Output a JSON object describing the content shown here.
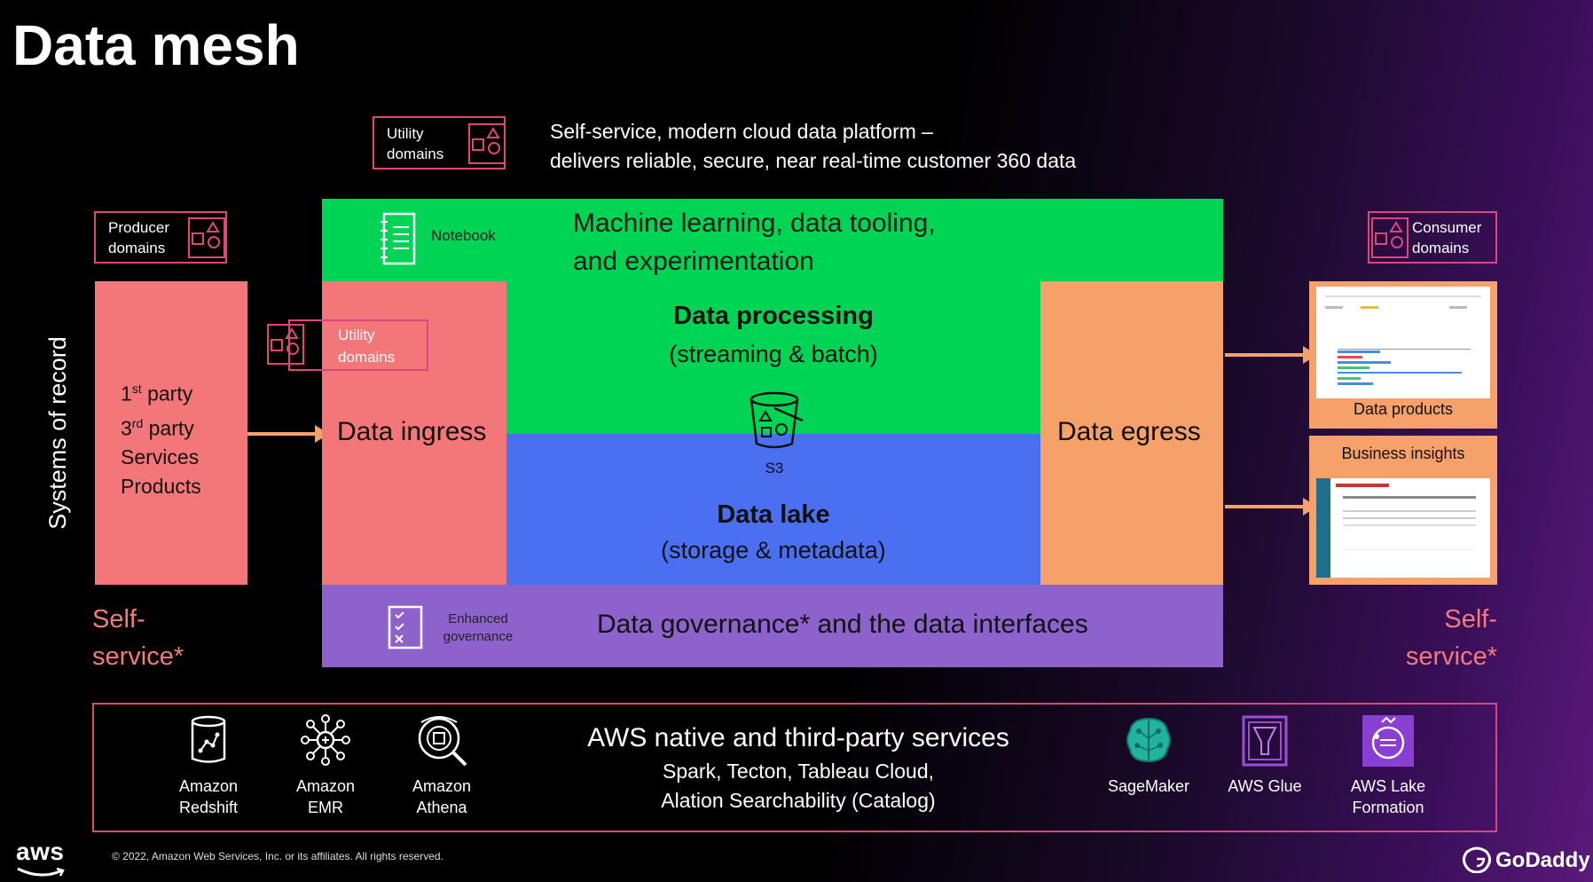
{
  "title": "Data mesh",
  "subtitle": {
    "line1": "Self-service, modern cloud data platform –",
    "line2": "delivers reliable, secure, near real-time customer 360 data"
  },
  "tags": {
    "utility_top": [
      "Utility",
      "domains"
    ],
    "utility_left": [
      "Utility",
      "domains"
    ],
    "producer": [
      "Producer",
      "domains"
    ],
    "consumer": [
      "Consumer",
      "domains"
    ]
  },
  "platform": {
    "notebook_label": "Notebook",
    "ml_line1": "Machine learning, data tooling,",
    "ml_line2": "and experimentation",
    "processing_title": "Data processing",
    "processing_sub": "(streaming & batch)",
    "s3_label": "S3",
    "lake_title": "Data lake",
    "lake_sub": "(storage & metadata)",
    "ingress": "Data ingress",
    "egress": "Data egress",
    "governance_icon_label1": "Enhanced",
    "governance_icon_label2": "governance",
    "governance_text": "Data governance* and the data interfaces"
  },
  "systems_of_record": {
    "vertical_label": "Systems of record",
    "items": [
      {
        "prefix": "1",
        "sup": "st",
        "suffix": " party"
      },
      {
        "prefix": "3",
        "sup": "rd",
        "suffix": " party"
      },
      {
        "prefix": "Services",
        "sup": "",
        "suffix": ""
      },
      {
        "prefix": "Products",
        "sup": "",
        "suffix": ""
      }
    ]
  },
  "self_service": {
    "left_line1": "Self-",
    "left_line2": "service*",
    "right_line1": "Self-",
    "right_line2": "service*"
  },
  "outputs": {
    "data_products": "Data products",
    "business_insights": "Business insights"
  },
  "services": {
    "heading": "AWS native and third-party services",
    "line2": "Spark, Tecton, Tableau Cloud,",
    "line3": "Alation Searchability (Catalog)",
    "left": [
      {
        "line1": "Amazon",
        "line2": "Redshift",
        "icon": "redshift-icon"
      },
      {
        "line1": "Amazon",
        "line2": "EMR",
        "icon": "emr-icon"
      },
      {
        "line1": "Amazon",
        "line2": "Athena",
        "icon": "athena-icon"
      }
    ],
    "right": [
      {
        "line1": "SageMaker",
        "line2": "",
        "icon": "sagemaker-icon"
      },
      {
        "line1": "AWS Glue",
        "line2": "",
        "icon": "glue-icon"
      },
      {
        "line1": "AWS Lake",
        "line2": "Formation",
        "icon": "lake-formation-icon"
      }
    ]
  },
  "footer": {
    "copyright": "© 2022, Amazon Web Services, Inc. or its affiliates. All rights reserved.",
    "aws_logo": "aws",
    "godaddy_logo": "GoDaddy"
  },
  "colors": {
    "accent_pink": "#e0457a",
    "green": "#00d455",
    "blue": "#4a6ff0",
    "purple": "#8d62cc",
    "coral": "#f37778",
    "orange": "#f6a06a"
  }
}
